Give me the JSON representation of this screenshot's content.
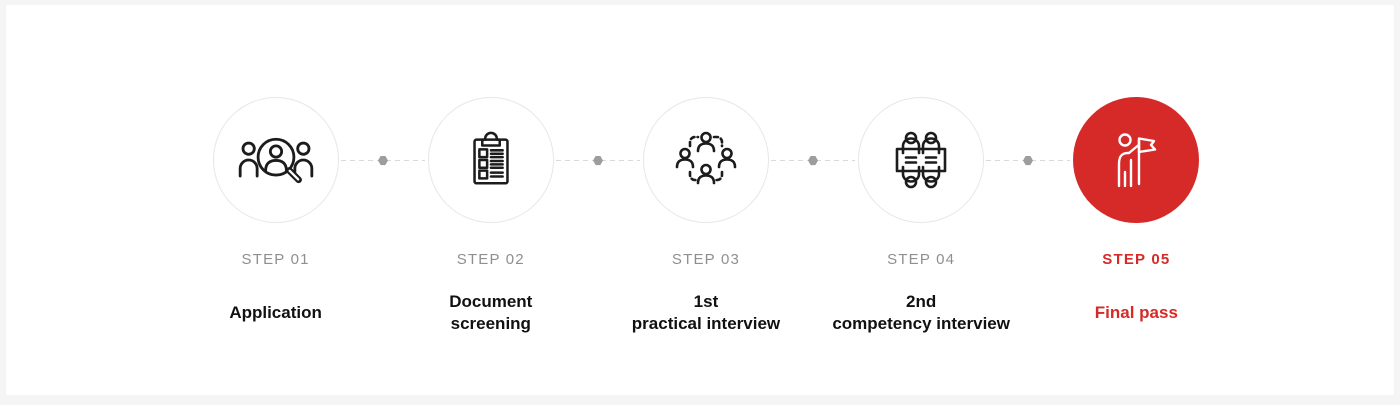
{
  "page": {
    "background_color": "#f5f5f6",
    "card_background": "#ffffff"
  },
  "theme": {
    "accent_red": "#d62a29",
    "step_label_gray": "#8f8f8f",
    "title_color": "#111111",
    "circle_border": "#e7e7e7",
    "icon_stroke": "#1c1c1c",
    "connector_dash_color": "#d9d9d9",
    "connector_dot_color": "#9d9d9d"
  },
  "process": {
    "steps": [
      {
        "step_label": "STEP 01",
        "title": "Application",
        "icon": "applicant-search-icon",
        "highlighted": false
      },
      {
        "step_label": "STEP 02",
        "title": "Document\nscreening",
        "icon": "document-checklist-icon",
        "highlighted": false
      },
      {
        "step_label": "STEP 03",
        "title": "1st\npractical interview",
        "icon": "group-interview-icon",
        "highlighted": false
      },
      {
        "step_label": "STEP 04",
        "title": "2nd\ncompetency interview",
        "icon": "table-meeting-icon",
        "highlighted": false
      },
      {
        "step_label": "STEP 05",
        "title": "Final pass",
        "icon": "final-pass-flag-icon",
        "highlighted": true
      }
    ]
  }
}
